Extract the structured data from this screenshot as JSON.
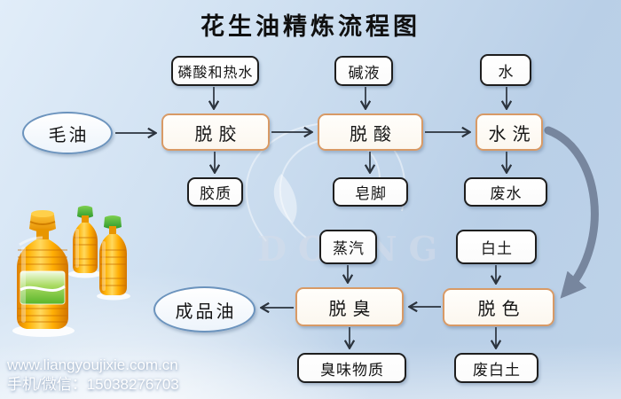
{
  "title": "花生油精炼流程图",
  "watermark": {
    "text": "DOING"
  },
  "footer": {
    "website": "www.liangyoujixie.com.cn",
    "phone": "手机/微信：15038276703"
  },
  "flowchart": {
    "nodes": [
      {
        "id": "crude-oil",
        "label": "毛油",
        "type": "ellipse"
      },
      {
        "id": "phosphoric-water",
        "label": "磷酸和热水",
        "type": "input"
      },
      {
        "id": "lye",
        "label": "碱液",
        "type": "input"
      },
      {
        "id": "water",
        "label": "水",
        "type": "input"
      },
      {
        "id": "degumming",
        "label": "脱胶",
        "type": "process"
      },
      {
        "id": "deacidification",
        "label": "脱酸",
        "type": "process"
      },
      {
        "id": "washing",
        "label": "水洗",
        "type": "process"
      },
      {
        "id": "gum",
        "label": "胶质",
        "type": "output"
      },
      {
        "id": "soapstock",
        "label": "皂脚",
        "type": "output"
      },
      {
        "id": "wastewater",
        "label": "废水",
        "type": "output"
      },
      {
        "id": "steam",
        "label": "蒸汽",
        "type": "input"
      },
      {
        "id": "white-clay",
        "label": "白土",
        "type": "input"
      },
      {
        "id": "deodorization",
        "label": "脱臭",
        "type": "process"
      },
      {
        "id": "decolorization",
        "label": "脱色",
        "type": "process"
      },
      {
        "id": "finished-oil",
        "label": "成品油",
        "type": "ellipse"
      },
      {
        "id": "odor-substances",
        "label": "臭味物质",
        "type": "output"
      },
      {
        "id": "waste-white-clay",
        "label": "废白土",
        "type": "output"
      }
    ],
    "edges": [
      {
        "from": "磷酸和热水",
        "to": "脱胶"
      },
      {
        "from": "毛油",
        "to": "脱胶"
      },
      {
        "from": "脱胶",
        "to": "脱酸"
      },
      {
        "from": "脱胶",
        "to": "胶质"
      },
      {
        "from": "碱液",
        "to": "脱酸"
      },
      {
        "from": "脱酸",
        "to": "水洗"
      },
      {
        "from": "脱酸",
        "to": "皂脚"
      },
      {
        "from": "水",
        "to": "水洗"
      },
      {
        "from": "水洗",
        "to": "废水"
      },
      {
        "from": "水洗",
        "to": "脱色"
      },
      {
        "from": "白土",
        "to": "脱色"
      },
      {
        "from": "脱色",
        "to": "脱臭"
      },
      {
        "from": "蒸汽",
        "to": "脱臭"
      },
      {
        "from": "脱臭",
        "to": "成品油"
      },
      {
        "from": "脱臭",
        "to": "臭味物质"
      },
      {
        "from": "脱色",
        "to": "废白土"
      }
    ]
  },
  "colors": {
    "process_border": "#d89a66",
    "io_border": "#1e1e1e",
    "ellipse_border": "#6b93bd",
    "arrow": "#2b333d",
    "curved_arrow": "#6e7c94",
    "background_top": "#e1edf9",
    "background_bottom": "#b9cfe7"
  }
}
